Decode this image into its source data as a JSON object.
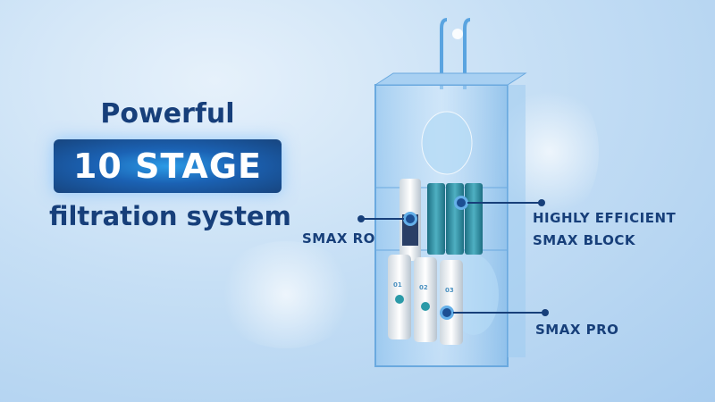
{
  "headline": {
    "line1": "Powerful",
    "badge": "10 STAGE",
    "line3": "filtration system"
  },
  "callouts": {
    "ro": "SMAX RO",
    "block_line1": "HIGHLY EFFICIENT",
    "block_line2": "SMAX BLOCK",
    "pro": "SMAX PRO"
  },
  "cartridges": [
    "01",
    "02",
    "03"
  ],
  "colors": {
    "text": "#173f7a",
    "badge": "#1b62b4",
    "background": "#c6dff5",
    "block": "#2f8da0"
  }
}
